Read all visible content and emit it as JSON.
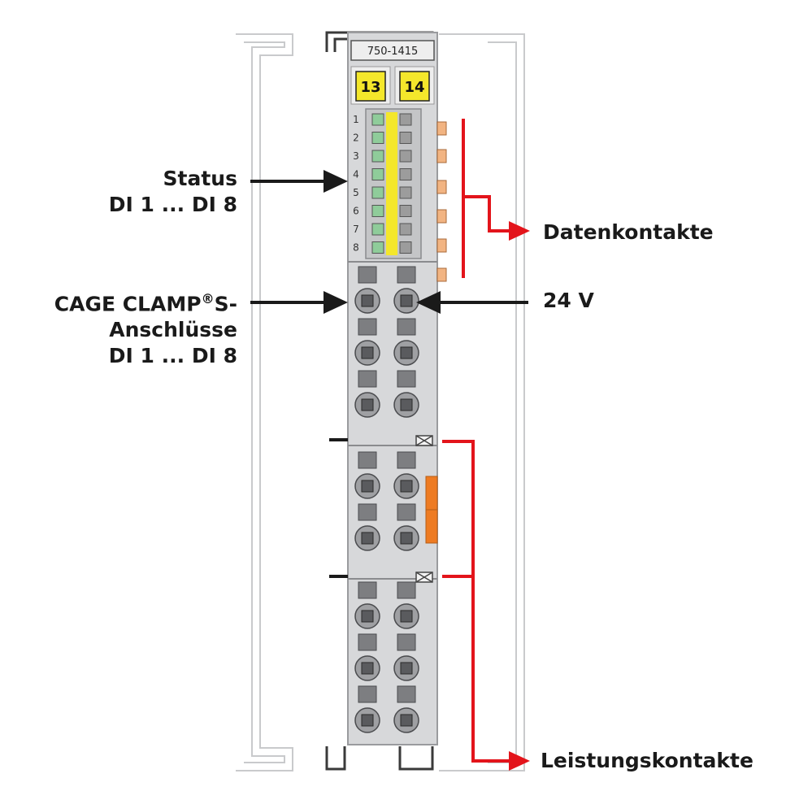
{
  "module": {
    "model": "750-1415",
    "terminal_left": "13",
    "terminal_right": "14",
    "channels": [
      "1",
      "2",
      "3",
      "4",
      "5",
      "6",
      "7",
      "8"
    ]
  },
  "labels": {
    "status_line1": "Status",
    "status_line2": "DI 1 ... DI 8",
    "cage_line1": "CAGE CLAMP",
    "cage_reg": "®",
    "cage_suffix": "S-",
    "cage_line2": "Anschlüsse",
    "cage_line3": "DI 1 ... DI 8",
    "datenkontakte": "Datenkontakte",
    "voltage": "24 V",
    "leistungskontakte": "Leistungskontakte"
  },
  "colors": {
    "housing": "#d7d8da",
    "outline": "#9a9b9e",
    "ghost": "#c9cacc",
    "led_green": "#8fcc9a",
    "led_gray": "#9c9c9c",
    "yellow": "#f4e72b",
    "contact_orange": "#f2b482",
    "power_orange": "#ee7b22",
    "arrow_red": "#e3141b",
    "arrow_black": "#1a1a1a",
    "clamp_dark": "#5a5b5e"
  }
}
